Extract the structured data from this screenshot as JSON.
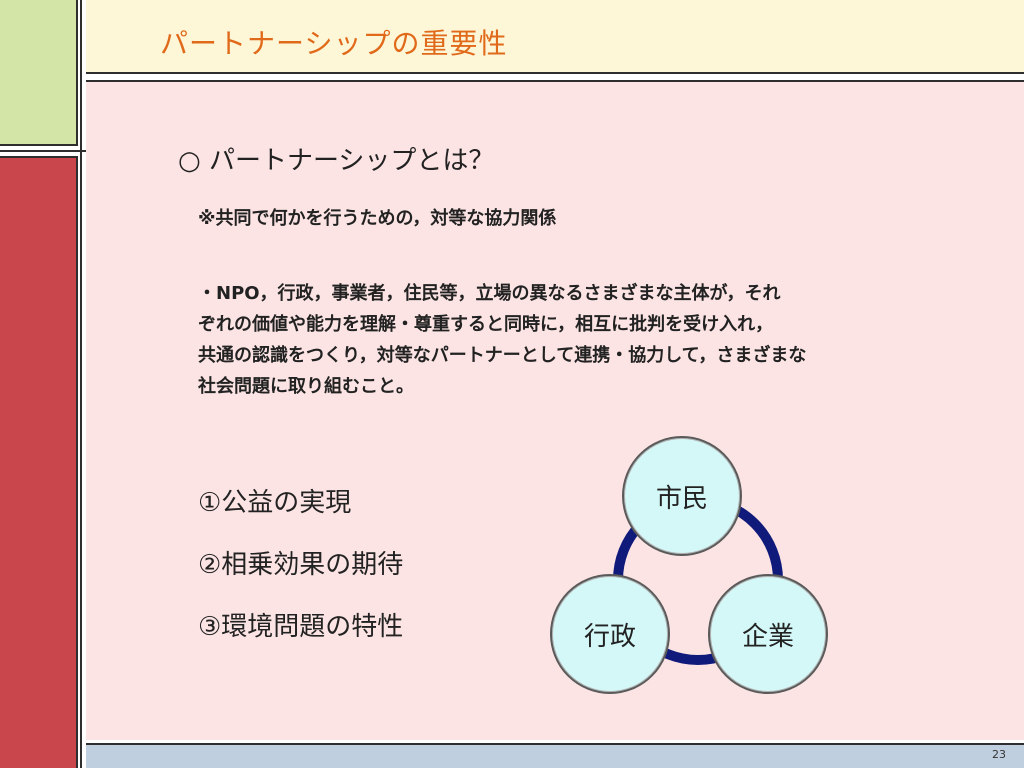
{
  "slide": {
    "title": "パートナーシップの重要性",
    "heading": "○ パートナーシップとは？",
    "note": "※共同で何かを行うための，対等な協力関係",
    "paragraph_lines": [
      "・NPO，行政，事業者，住民等，立場の異なるさまざまな主体が，それ",
      "ぞれの価値や能力を理解・尊重すると同時に，相互に批判を受け入れ，",
      "共通の認識をつくり，対等なパートナーとして連携・協力して，さまざまな",
      "社会問題に取り組むこと。"
    ],
    "points": [
      "①公益の実現",
      "②相乗効果の期待",
      "③環境問題の特性"
    ],
    "diagram": {
      "top": "市民",
      "bottom_left": "行政",
      "bottom_right": "企業",
      "ring_color": "#101a7a",
      "circle_color": "#d4f7f7"
    },
    "page_number": "23"
  },
  "colors": {
    "title_text": "#e06a1a",
    "title_band": "#fdf7d8",
    "content_band": "#fce4e4",
    "footer_band": "#c0cfe0",
    "green_block": "#d3e5a7",
    "red_block": "#c8464c"
  }
}
